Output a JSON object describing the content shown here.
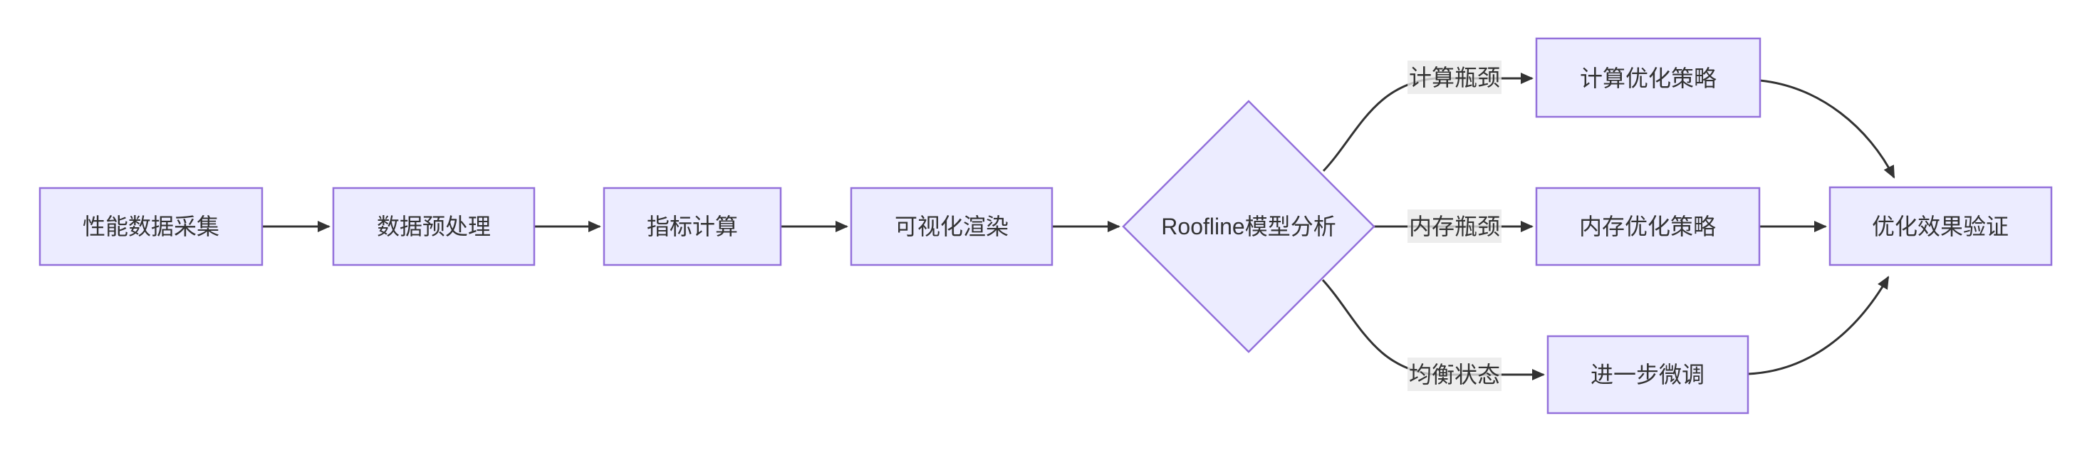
{
  "diagram": {
    "type": "flowchart",
    "direction": "left-to-right",
    "colors": {
      "background": "#ffffff",
      "node_fill": "#ECECFF",
      "node_border": "#9370DB",
      "edge": "#333333",
      "text": "#333333",
      "edge_label_bg": "#e8e8e8"
    },
    "nodes": {
      "collect": {
        "shape": "rect",
        "label": "性能数据采集"
      },
      "preprocess": {
        "shape": "rect",
        "label": "数据预处理"
      },
      "metric": {
        "shape": "rect",
        "label": "指标计算"
      },
      "render": {
        "shape": "rect",
        "label": "可视化渲染"
      },
      "roofline": {
        "shape": "diamond",
        "label": "Roofline模型分析"
      },
      "computeOpt": {
        "shape": "rect",
        "label": "计算优化策略"
      },
      "memoryOpt": {
        "shape": "rect",
        "label": "内存优化策略"
      },
      "finetune": {
        "shape": "rect",
        "label": "进一步微调"
      },
      "verify": {
        "shape": "rect",
        "label": "优化效果验证"
      }
    },
    "edge_labels": {
      "computeBottleneck": "计算瓶颈",
      "memoryBottleneck": "内存瓶颈",
      "balancedState": "均衡状态"
    },
    "edges": [
      {
        "from": "collect",
        "to": "preprocess",
        "label": ""
      },
      {
        "from": "preprocess",
        "to": "metric",
        "label": ""
      },
      {
        "from": "metric",
        "to": "render",
        "label": ""
      },
      {
        "from": "render",
        "to": "roofline",
        "label": ""
      },
      {
        "from": "roofline",
        "to": "computeOpt",
        "label": "计算瓶颈"
      },
      {
        "from": "roofline",
        "to": "memoryOpt",
        "label": "内存瓶颈"
      },
      {
        "from": "roofline",
        "to": "finetune",
        "label": "均衡状态"
      },
      {
        "from": "computeOpt",
        "to": "verify",
        "label": ""
      },
      {
        "from": "memoryOpt",
        "to": "verify",
        "label": ""
      },
      {
        "from": "finetune",
        "to": "verify",
        "label": ""
      }
    ]
  }
}
